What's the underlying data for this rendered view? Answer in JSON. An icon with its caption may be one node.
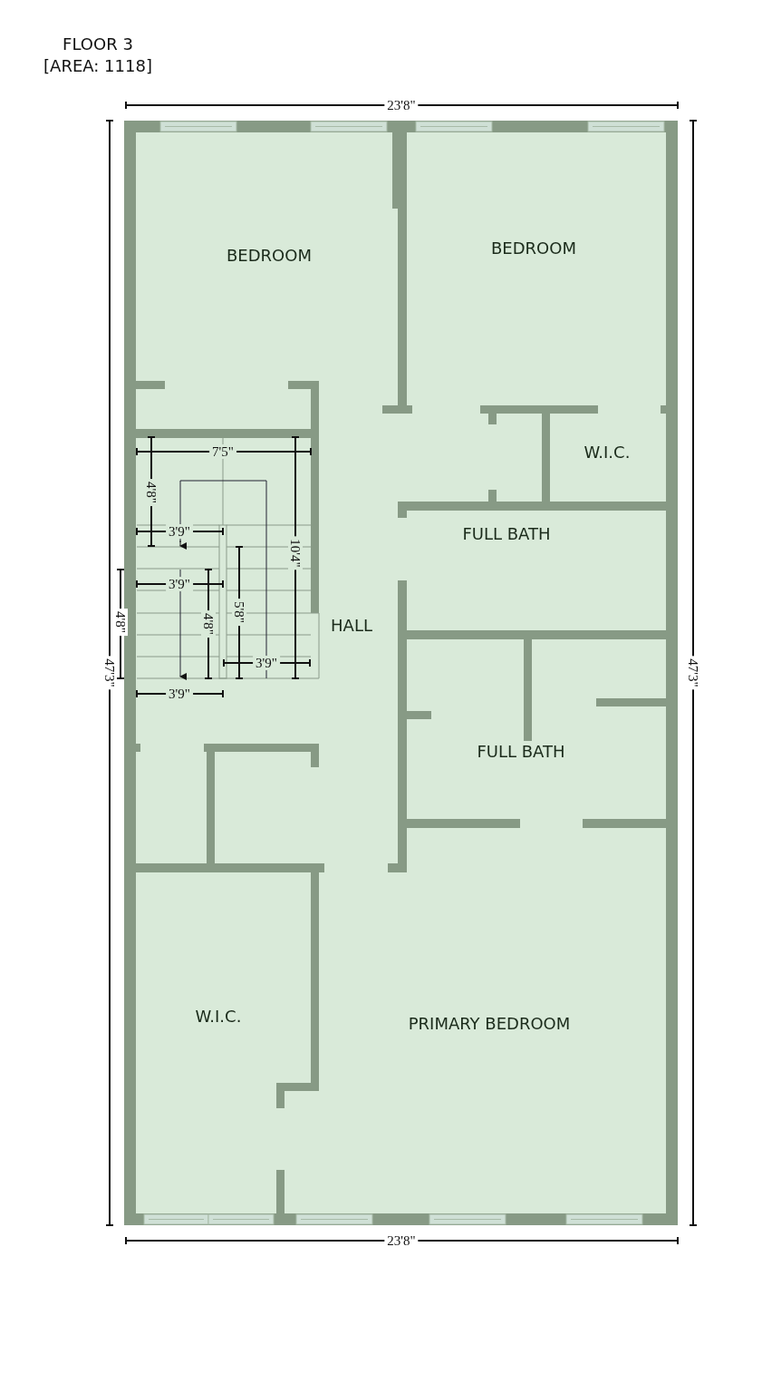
{
  "diagram": {
    "title": "FLOOR 3",
    "nodes": [
      {
        "text": [
          "BEDROOM"
        ]
      },
      {
        "text": [
          "BEDROOM"
        ]
      },
      {
        "text": [
          "W.I.C."
        ]
      },
      {
        "text": [
          "FULL BATH"
        ]
      },
      {
        "text": [
          "HALL"
        ]
      },
      {
        "text": [
          "FULL BATH"
        ]
      },
      {
        "text": [
          "W.I.C."
        ]
      },
      {
        "text": [
          "PRIMARY BEDROOM"
        ]
      }
    ],
    "edges": [],
    "labels": [
      "[AREA: 1118]",
      "23'8\"",
      "7'5\"",
      "4'8\"",
      "3'9\"",
      "10'4\"",
      "3'9\"",
      "4'8\"",
      "47'3\"",
      "4'8\"",
      "5'8\"",
      "3'9\"",
      "3'9\"",
      "47'3\"",
      "23'8\""
    ]
  }
}
